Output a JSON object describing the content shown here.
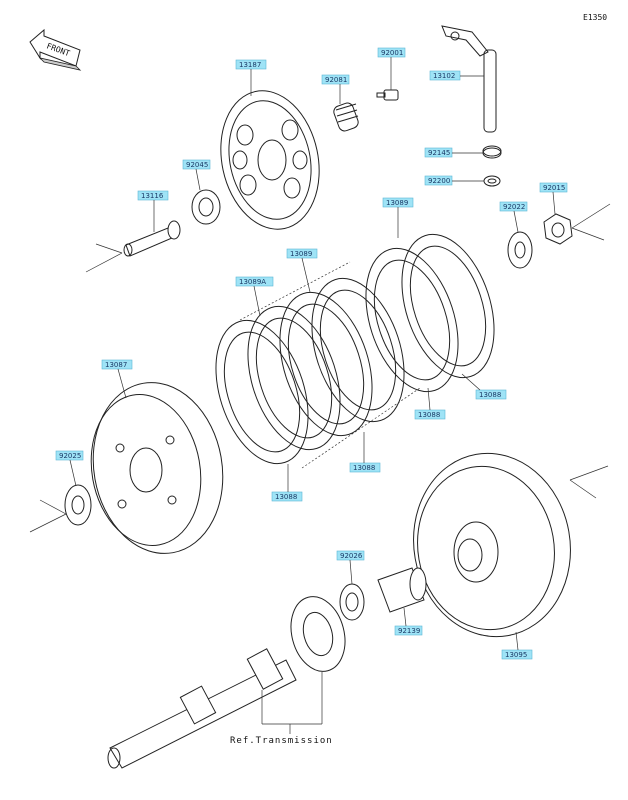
{
  "diagram_code": "E1350",
  "front_label": "FRONT",
  "reference": "Ref.Transmission",
  "parts": [
    {
      "id": "p13187",
      "label": "13187"
    },
    {
      "id": "p92001",
      "label": "92001"
    },
    {
      "id": "p92081",
      "label": "92081"
    },
    {
      "id": "p13102",
      "label": "13102"
    },
    {
      "id": "p92045",
      "label": "92045"
    },
    {
      "id": "p13116",
      "label": "13116"
    },
    {
      "id": "p92145",
      "label": "92145"
    },
    {
      "id": "p92200",
      "label": "92200"
    },
    {
      "id": "p92015",
      "label": "92015"
    },
    {
      "id": "p92022",
      "label": "92022"
    },
    {
      "id": "p13089a",
      "label": "13089"
    },
    {
      "id": "p13089b",
      "label": "13089"
    },
    {
      "id": "p13089A",
      "label": "13089A"
    },
    {
      "id": "p13087",
      "label": "13087"
    },
    {
      "id": "p13088a",
      "label": "13088"
    },
    {
      "id": "p13088b",
      "label": "13088"
    },
    {
      "id": "p13088c",
      "label": "13088"
    },
    {
      "id": "p13088d",
      "label": "13088"
    },
    {
      "id": "p92025",
      "label": "92025"
    },
    {
      "id": "p92026",
      "label": "92026"
    },
    {
      "id": "p92139",
      "label": "92139"
    },
    {
      "id": "p13095",
      "label": "13095"
    }
  ]
}
